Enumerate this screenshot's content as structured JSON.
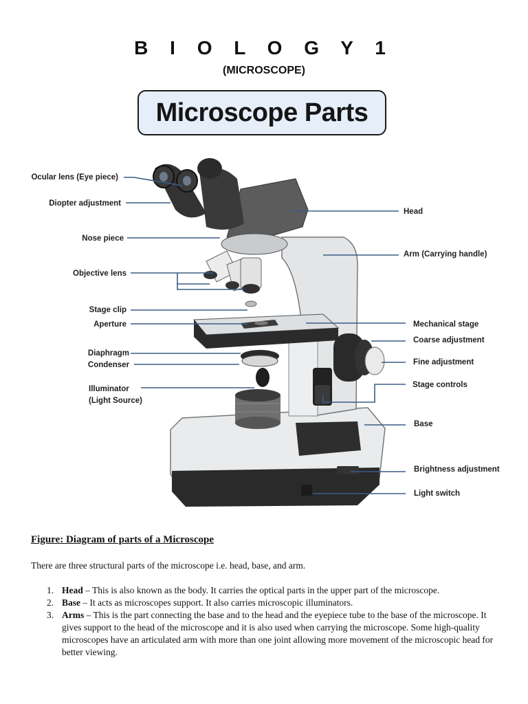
{
  "document": {
    "title": "B I O L O G Y  1",
    "subtitle": "(MICROSCOPE)",
    "banner": "Microscope Parts"
  },
  "diagram": {
    "labels_left": {
      "ocular": "Ocular lens (Eye piece)",
      "diopter": "Diopter adjustment",
      "nosepiece": "Nose piece",
      "objective": "Objective lens",
      "stage_clip": "Stage clip",
      "aperture": "Aperture",
      "diaphragm": "Diaphragm",
      "condenser": "Condenser",
      "illuminator": "Illuminator",
      "illuminator_sub": "(Light Source)"
    },
    "labels_right": {
      "head": "Head",
      "arm": "Arm (Carrying handle)",
      "mechanical_stage": "Mechanical stage",
      "coarse": "Coarse adjustment",
      "fine": "Fine adjustment",
      "stage_controls": "Stage controls",
      "base": "Base",
      "brightness": "Brightness adjustment",
      "light_switch": "Light switch"
    }
  },
  "figure": {
    "caption": "Figure: Diagram of parts of a Microscope"
  },
  "body": {
    "intro": "There are three structural parts of the microscope i.e. head, base, and arm.",
    "items": [
      {
        "num": "1.",
        "term": "Head",
        "text": " – This is also known as the body. It carries the optical parts in the upper part of the microscope."
      },
      {
        "num": "2.",
        "term": "Base",
        "text": " – It acts as microscopes support. It also carries microscopic illuminators."
      },
      {
        "num": "3.",
        "term": "Arms",
        "text": " – This is the part connecting the base and to the head and the eyepiece tube to the base of the microscope. It gives support to the head of the microscope and it is also used when carrying the microscope. Some high-quality microscopes have an articulated arm with more than one joint allowing more movement of the microscopic head for better viewing."
      }
    ]
  },
  "colors": {
    "leader_line": "#3b5c86",
    "banner_fill": "#e6eefa",
    "body_dark": "#2b2b2b",
    "body_light": "#e7e9ea"
  }
}
